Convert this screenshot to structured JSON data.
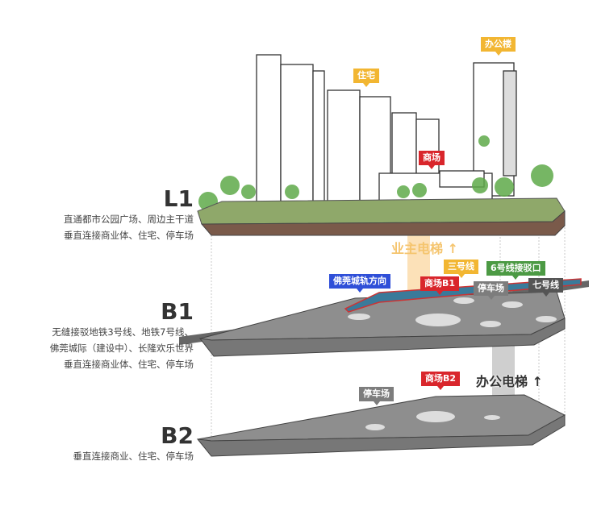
{
  "levels": [
    {
      "name": "L1",
      "lines": [
        "直通都市公园广场、周边主干道",
        "垂直连接商业体、住宅、停车场"
      ]
    },
    {
      "name": "B1",
      "lines": [
        "无缝接驳地铁3号线、地铁7号线、",
        "佛莞城际（建设中）、长隆欢乐世界",
        "垂直连接商业体、住宅、停车场"
      ]
    },
    {
      "name": "B2",
      "lines": [
        "垂直连接商业、住宅、停车场"
      ]
    }
  ],
  "tags": {
    "residential": "住宅",
    "office": "办公楼",
    "mall": "商场",
    "line3": "三号线",
    "line6": "6号线接驳口",
    "foguan": "佛莞城轨方向",
    "mall_b1": "商场B1",
    "parking_b1": "停车场",
    "line7": "七号线",
    "mall_b2": "商场B2",
    "parking_b2": "停车场"
  },
  "elevators": {
    "owner": "业主电梯 ↑",
    "office": "办公电梯 ↑"
  },
  "colors": {
    "orange": "#f2b632",
    "red": "#d9262c",
    "green": "#4c9a44",
    "blue": "#2f4fd8",
    "gray": "#7d7d7d",
    "dark": "#555555"
  }
}
